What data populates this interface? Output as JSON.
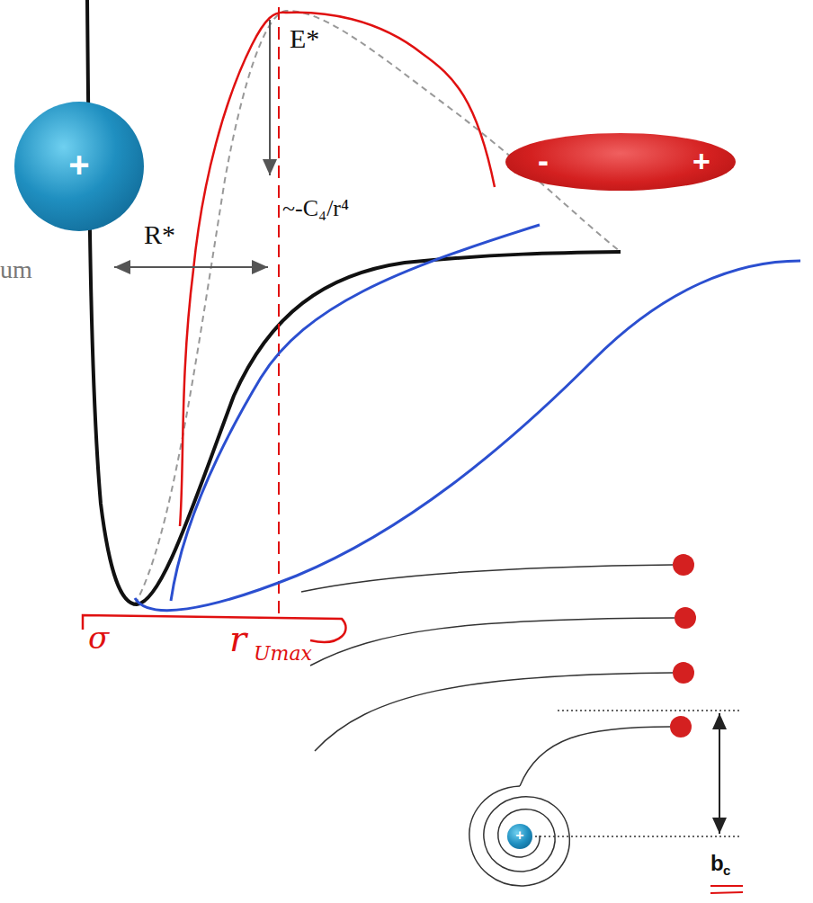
{
  "diagram": {
    "nodes": [
      {
        "text": [
          "+"
        ]
      },
      {
        "text": [
          "-",
          "+"
        ]
      },
      {
        "text": [
          "+"
        ]
      }
    ],
    "labels": [
      "um",
      "R*",
      "E*",
      "~-C₄/r⁴",
      "σ",
      "r",
      "Umax",
      "b",
      "c"
    ]
  }
}
